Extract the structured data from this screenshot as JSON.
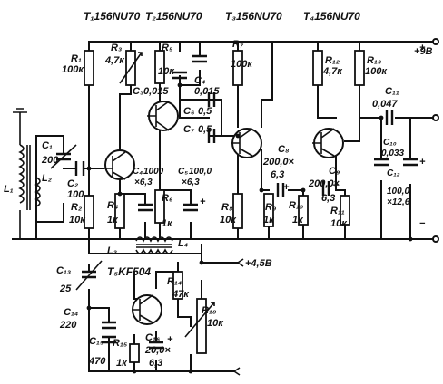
{
  "transistors": {
    "t1": "T₁156NU70",
    "t2": "T₂156NU70",
    "t3": "T₃156NU70",
    "t4": "T₄156NU70",
    "t5": "T₅KF504"
  },
  "supply": {
    "plus9": "+9B",
    "plus45": "+4,5B"
  },
  "resistors": {
    "r1": [
      "R₁",
      "100к"
    ],
    "r2": [
      "R₂",
      "10к"
    ],
    "r3": [
      "R₃",
      "4,7к"
    ],
    "r4": [
      "R₄",
      "1к"
    ],
    "r5": [
      "R₅",
      "10к"
    ],
    "r6": [
      "R₆",
      "1к"
    ],
    "r7": [
      "R₇",
      "100к"
    ],
    "r8": [
      "R₈",
      "10к"
    ],
    "r9": [
      "R₉",
      "1к"
    ],
    "r10": [
      "R₁₀",
      "1к"
    ],
    "r11": [
      "R₁₁",
      "10к"
    ],
    "r12": [
      "R₁₂",
      "4,7к"
    ],
    "r13": [
      "R₁₃",
      "100к"
    ],
    "r14": [
      "R₁₄",
      "47к"
    ],
    "r15": [
      "R₁₅",
      "1к"
    ],
    "r18": [
      "R₁₈",
      "10к"
    ]
  },
  "capacitors": {
    "c1": [
      "C₁",
      "200"
    ],
    "c2": [
      "C₂",
      "100"
    ],
    "c3": [
      "C₃",
      "0,015"
    ],
    "c4": [
      "C₄",
      "1000",
      "×6,3"
    ],
    "c5": [
      "C₅",
      "100,0",
      "×6,3"
    ],
    "c6": [
      "C₆",
      "0,5"
    ],
    "c7": [
      "C₇",
      "0,5"
    ],
    "c8": [
      "C₈",
      "200,0×",
      "6,3"
    ],
    "c9": [
      "C₉",
      "200,0×",
      "6,3"
    ],
    "c10": [
      "C₁₀",
      "0,033"
    ],
    "c11": [
      "C₁₁",
      "0,047"
    ],
    "c12": [
      "C₁₂",
      "100,0",
      "×12,6"
    ],
    "c13": [
      "C₁₃",
      "25"
    ],
    "c14": [
      "C₁₄",
      "220"
    ],
    "c15": [
      "C₁₅",
      "470"
    ],
    "c16": [
      "C₁₆",
      "20,0×",
      "6,3"
    ],
    "c4b": [
      "C₄",
      "0,015"
    ]
  },
  "inductors": {
    "l1": "L₁",
    "l2": "L₂",
    "l3": "L₃",
    "l4": "L₄"
  }
}
